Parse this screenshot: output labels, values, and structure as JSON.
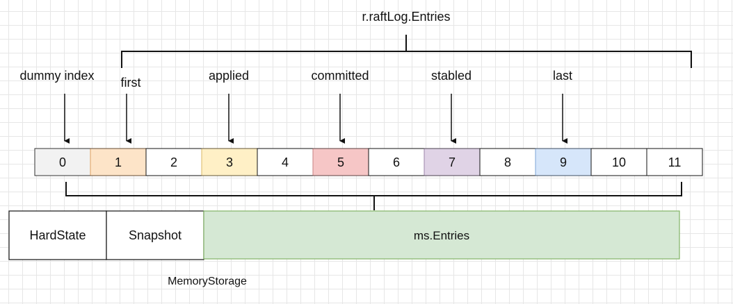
{
  "log": {
    "title": "r.raftLog.Entries",
    "entries": [
      {
        "index": "0",
        "color": "#f2f2f2",
        "stroke": "#666666"
      },
      {
        "index": "1",
        "color": "#fde4c8",
        "stroke": "#e0a060"
      },
      {
        "index": "2",
        "color": "#ffffff",
        "stroke": "#111111"
      },
      {
        "index": "3",
        "color": "#fff0c6",
        "stroke": "#d9b766"
      },
      {
        "index": "4",
        "color": "#ffffff",
        "stroke": "#111111"
      },
      {
        "index": "5",
        "color": "#f6c6c6",
        "stroke": "#c88080"
      },
      {
        "index": "6",
        "color": "#ffffff",
        "stroke": "#111111"
      },
      {
        "index": "7",
        "color": "#e0d3e6",
        "stroke": "#9c86a8"
      },
      {
        "index": "8",
        "color": "#ffffff",
        "stroke": "#111111"
      },
      {
        "index": "9",
        "color": "#d6e6fa",
        "stroke": "#7ea5d6"
      },
      {
        "index": "10",
        "color": "#ffffff",
        "stroke": "#111111"
      },
      {
        "index": "11",
        "color": "#ffffff",
        "stroke": "#111111"
      }
    ]
  },
  "pointers": [
    {
      "label": "dummy index",
      "target": 0
    },
    {
      "label": "first",
      "target": 1
    },
    {
      "label": "applied",
      "target": 3
    },
    {
      "label": "committed",
      "target": 5
    },
    {
      "label": "stabled",
      "target": 7
    },
    {
      "label": "last",
      "target": 9
    }
  ],
  "storage": {
    "hardstate_label": "HardState",
    "snapshot_label": "Snapshot",
    "entries_label": "ms.Entries",
    "entries_color": "#d5e8d4",
    "entries_stroke": "#82b366",
    "caption": "MemoryStorage"
  }
}
